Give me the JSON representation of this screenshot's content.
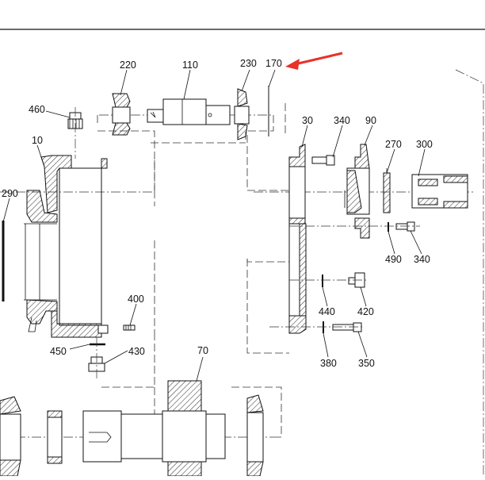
{
  "diagram": {
    "labels": {
      "p220": "220",
      "p110": "110",
      "p230": "230",
      "p170": "170",
      "p460": "460",
      "p10": "10",
      "p290": "290",
      "p30": "30",
      "p340a": "340",
      "p90": "90",
      "p270": "270",
      "p300": "300",
      "p490": "490",
      "p340b": "340",
      "p440": "440",
      "p420": "420",
      "p380": "380",
      "p350": "350",
      "p400": "400",
      "p450": "450",
      "p430": "430",
      "p70": "70"
    },
    "colors": {
      "line": "#111111",
      "arrow": "#e8322a",
      "background": "#ffffff"
    }
  }
}
